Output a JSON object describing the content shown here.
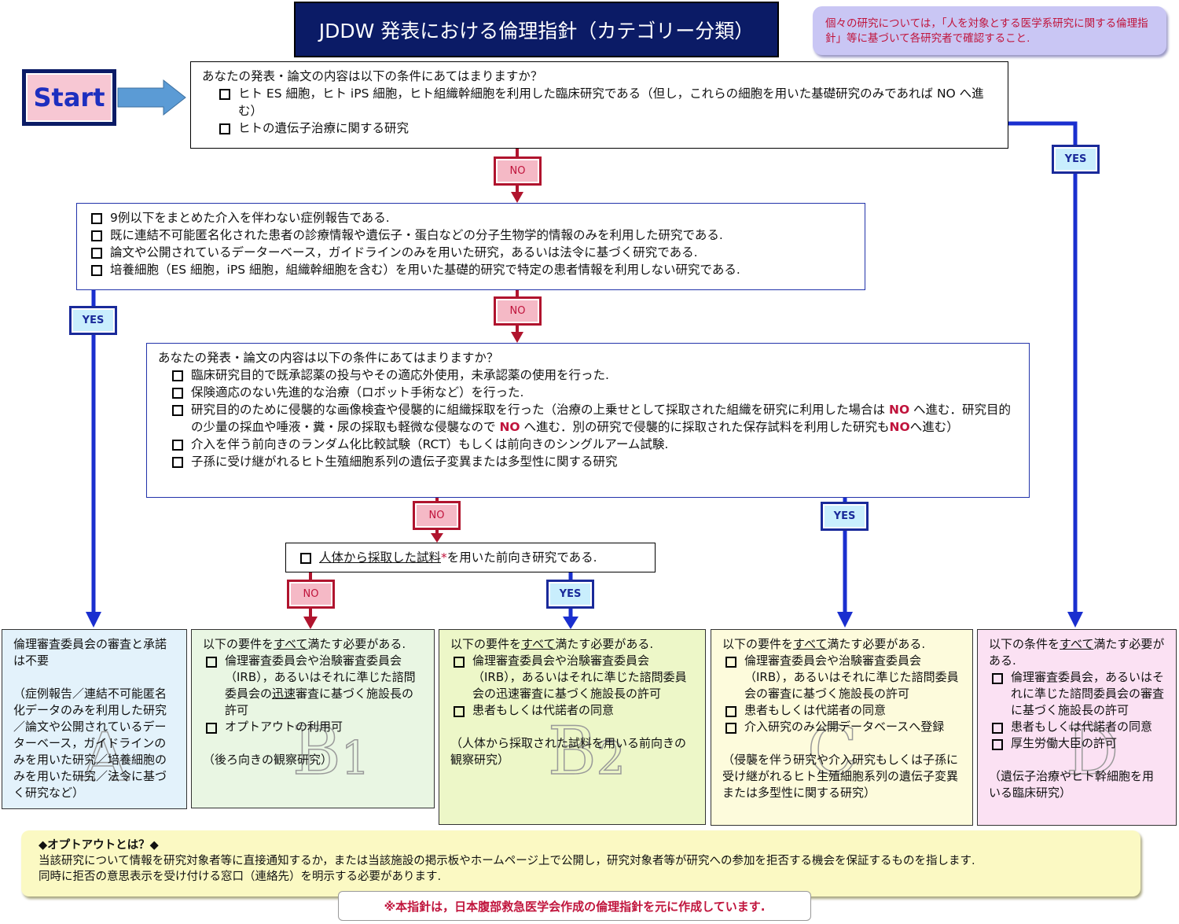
{
  "header": {
    "title": "JDDW 発表における倫理指針（カテゴリー分類）",
    "note": "個々の研究については，「人を対象とする医学系研究に関する倫理指針」等に基づいて各研究者で確認すること."
  },
  "start": {
    "label": "Start"
  },
  "q1": {
    "prompt": "あなたの発表・論文の内容は以下の条件にあてはまりますか？",
    "items": [
      "ヒト ES 細胞，ヒト iPS 細胞，ヒト組織幹細胞を利用した臨床研究である（但し，これらの細胞を用いた基礎研究のみであれば NO へ進む）",
      "ヒトの遺伝子治療に関する研究"
    ]
  },
  "q2": {
    "items": [
      "9例以下をまとめた介入を伴わない症例報告である.",
      "既に連結不可能匿名化された患者の診療情報や遺伝子・蛋白などの分子生物学的情報のみを利用した研究である.",
      "論文や公開されているデーターベース，ガイドラインのみを用いた研究，あるいは法令に基づく研究である.",
      "培養細胞（ES 細胞，iPS 細胞，組織幹細胞を含む）を用いた基礎的研究で特定の患者情報を利用しない研究である."
    ]
  },
  "q3": {
    "prompt": "あなたの発表・論文の内容は以下の条件にあてはまりますか？",
    "item1": "臨床研究目的で既承認薬の投与やその適応外使用，未承認薬の使用を行った.",
    "item2": "保険適応のない先進的な治療（ロボット手術など）を行った.",
    "item3_a": "研究目的のために侵襲的な画像検査や侵襲的に組織採取を行った（治療の上乗せとして採取された組織を研究に利用した場合は ",
    "item3_no1": "NO",
    "item3_b": " へ進む．研究目的の少量の採血や唾液・糞・尿の採取も軽微な侵襲なので ",
    "item3_no2": "NO",
    "item3_c": " へ進む．別の研究で侵襲的に採取された保存試料を利用した研究も",
    "item3_no3": "NO",
    "item3_d": "へ進む）",
    "item4": "介入を伴う前向きのランダム化比較試験（RCT）もしくは前向きのシングルアーム試験.",
    "item5": "子孫に受け継がれるヒト生殖細胞系列の遺伝子変異または多型性に関する研究"
  },
  "q4": {
    "underlined": "人体から採取した試料",
    "star": "*",
    "rest": "を用いた前向き研究である."
  },
  "tags": {
    "no": "NO",
    "yes": "YES"
  },
  "results": {
    "a": {
      "head": "倫理審査委員会の審査と承諾は不要",
      "note": "（症例報告／連結不可能匿名化データのみを利用した研究／論文や公開されているデーターベース，ガイドラインのみを用いた研究／培養細胞のみを用いた研究／法令に基づく研究など）",
      "letter": "A"
    },
    "b1": {
      "head_a": "以下の要件を",
      "head_u": "すべて",
      "head_b": "満たす必要がある.",
      "item1_a": "倫理審査委員会や治験審査委員会（IRB），あるいはそれに準じた諮問委員会の",
      "item1_u": "迅速",
      "item1_b": "審査に基づく施設長の許可",
      "item2": "オプトアウトの利用可",
      "note": "（後ろ向きの観察研究）",
      "letter": "B",
      "sub": "1"
    },
    "b2": {
      "head_a": "以下の要件を",
      "head_u": "すべて",
      "head_b": "満たす必要がある.",
      "item1": "倫理審査委員会や治験審査委員会（IRB），あるいはそれに準じた諮問委員会の迅速審査に基づく施設長の許可",
      "item2": "患者もしくは代諾者の同意",
      "note": "（人体から採取された試料を用いる前向きの観察研究）",
      "letter": "B",
      "sub": "2"
    },
    "c": {
      "head_a": "以下の要件を",
      "head_u": "すべて",
      "head_b": "満たす必要がある.",
      "item1": "倫理審査委員会や治験審査委員会（IRB），あるいはそれに準じた諮問委員会の審査に基づく施設長の許可",
      "item2": "患者もしくは代諾者の同意",
      "item3": "介入研究のみ公開データベースへ登録",
      "note": "（侵襲を伴う研究や介入研究もしくは子孫に受け継がれるヒト生殖細胞系列の遺伝子変異または多型性に関する研究）",
      "letter": "C"
    },
    "d": {
      "head_a": "以下の条件を",
      "head_u": "すべて",
      "head_b": "満たす必要がある.",
      "item1": "倫理審査委員会，あるいはそれに準じた諮問委員会の審査に基づく施設長の許可",
      "item2": "患者もしくは代諾者の同意",
      "item3": "厚生労働大臣の許可",
      "note": "（遺伝子治療やヒト幹細胞を用いる臨床研究）",
      "letter": "D"
    }
  },
  "optout": {
    "title": "◆オプトアウトとは？◆",
    "line1": "当該研究について情報を研究対象者等に直接通知するか，または当該施設の掲示板やホームページ上で公開し，研究対象者等が研究への参加を拒否する機会を保証するものを指します.",
    "line2": "同時に拒否の意思表示を受け付ける窓口（連絡先）を明示する必要があります."
  },
  "footer": "※本指針は，日本腹部救急医学会作成の倫理指針を元に作成しています.",
  "colors": {
    "navy": "#0b1b66",
    "flow_blue": "#1a2fcf",
    "no_red": "#b0142e",
    "start_arrow": "#5b9bd5"
  }
}
